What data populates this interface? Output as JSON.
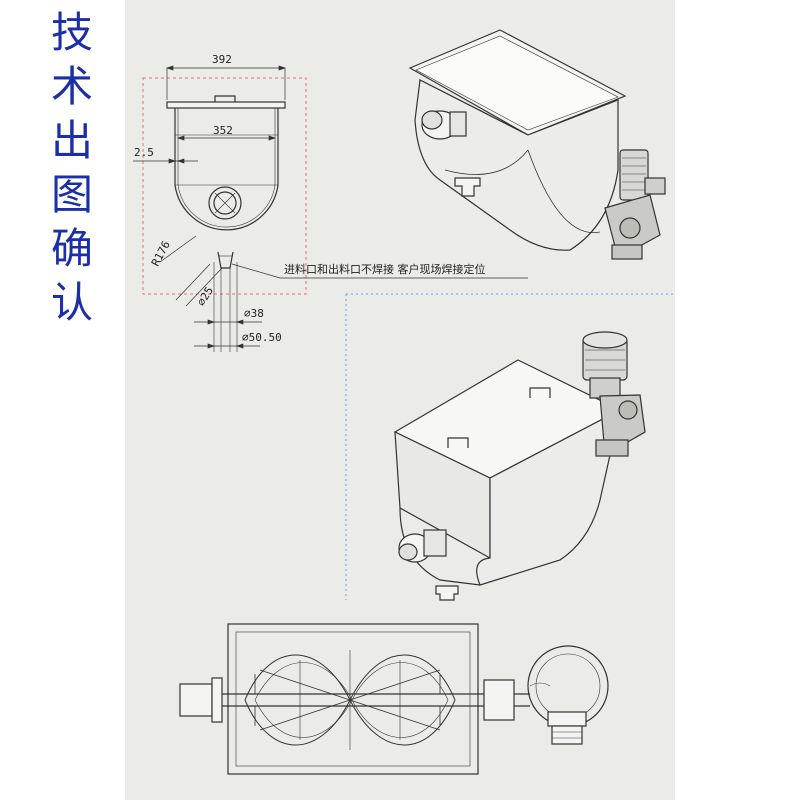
{
  "title_chars": [
    "技",
    "术",
    "出",
    "图",
    "确",
    "认"
  ],
  "dimensions": {
    "width_outer": "392",
    "width_inner": "352",
    "thickness": "2.5",
    "radius": "R176",
    "dia_25": "∅25",
    "dia_38": "∅38",
    "dia_50": "∅50.50"
  },
  "note": "进料口和出料口不焊接 客户现场焊接定位",
  "colors": {
    "title_blue": "#1a2fa8",
    "sheet_bg": "#ebebe8",
    "line": "#333333",
    "guide_red": "#e07070",
    "guide_blue": "#6aa0d8"
  }
}
